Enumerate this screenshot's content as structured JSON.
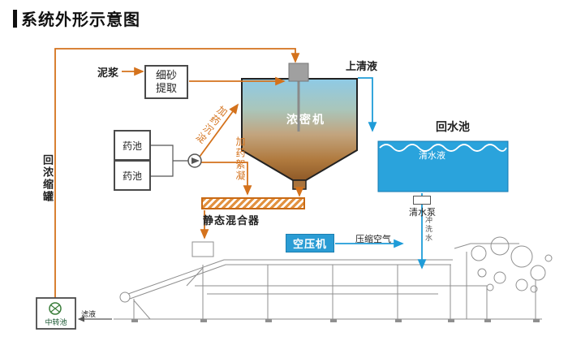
{
  "title": "系统外形示意图",
  "labels": {
    "slurry": "泥浆",
    "sand_extract_line1": "细砂",
    "sand_extract_line2": "提取",
    "supernatant": "上清液",
    "thickener": "浓密机",
    "return_pool": "回水池",
    "clear_water": "清水液",
    "water_pump": "清水泵",
    "flush_water": "冲洗水",
    "chem_tank": "药池",
    "dosing_sediment": "加药沉淀",
    "dosing_floc": "加药絮凝",
    "static_mixer": "静态混合器",
    "return_concentrate": "回浓缩罐",
    "air_compressor": "空压机",
    "compressed_air": "压缩空气",
    "transfer_pool": "中转池",
    "filtrate": "滤液"
  },
  "colors": {
    "pipe_orange": "#d4721c",
    "pipe_blue": "#1f9cd8",
    "pool_blue": "#2aa3dc",
    "compressor_blue": "#2a9cd4",
    "tank_top": "#8ecae6",
    "tank_bottom": "#8f5a28",
    "machine_gray": "#8f8f8f"
  }
}
